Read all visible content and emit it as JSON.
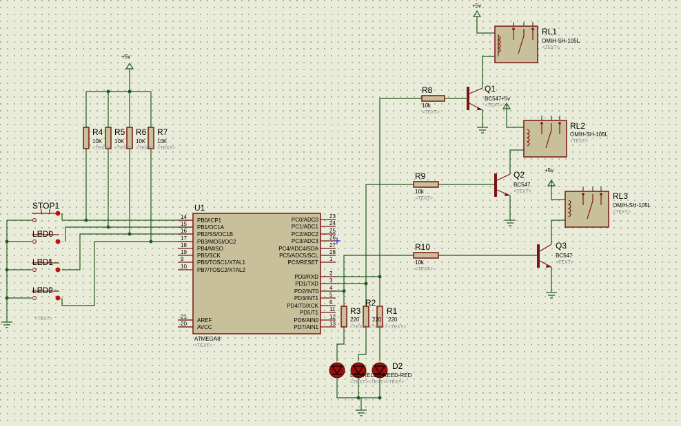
{
  "power_label": "+5v",
  "mcu": {
    "ref": "U1",
    "part": "ATMEGA8",
    "text": "<TEXT>",
    "left_pins": [
      {
        "num": "14",
        "name": "PB0/ICP1"
      },
      {
        "num": "15",
        "name": "PB1/OC1A"
      },
      {
        "num": "16",
        "name": "PB2/SS/OC1B"
      },
      {
        "num": "17",
        "name": "PB3/MOSI/OC2"
      },
      {
        "num": "18",
        "name": "PB4/MISO"
      },
      {
        "num": "19",
        "name": "PB5/SCK"
      },
      {
        "num": "9",
        "name": "PB6/TOSC1/XTAL1"
      },
      {
        "num": "10",
        "name": "PB7/TOSC2/XTAL2"
      },
      {
        "num": "21",
        "name": "AREF"
      },
      {
        "num": "20",
        "name": "AVCC"
      }
    ],
    "right_pins": [
      {
        "num": "23",
        "name": "PC0/ADC0"
      },
      {
        "num": "24",
        "name": "PC1/ADC1"
      },
      {
        "num": "25",
        "name": "PC2/ADC2"
      },
      {
        "num": "26",
        "name": "PC3/ADC3"
      },
      {
        "num": "27",
        "name": "PC4/ADC4/SDA"
      },
      {
        "num": "28",
        "name": "PC5/ADC5/SCL"
      },
      {
        "num": "1",
        "name": "PC6/RESET"
      },
      {
        "num": "2",
        "name": "PD0/RXD"
      },
      {
        "num": "3",
        "name": "PD1/TXD"
      },
      {
        "num": "4",
        "name": "PD2/INT0"
      },
      {
        "num": "5",
        "name": "PD3/INT1"
      },
      {
        "num": "6",
        "name": "PD4/T0/XCK"
      },
      {
        "num": "11",
        "name": "PD5/T1"
      },
      {
        "num": "12",
        "name": "PD6/AIN0"
      },
      {
        "num": "13",
        "name": "PD7/AIN1"
      }
    ]
  },
  "switches": [
    {
      "ref": "STOP1",
      "text": ""
    },
    {
      "ref": "LED0",
      "text": ""
    },
    {
      "ref": "LED1",
      "text": ""
    },
    {
      "ref": "LED2",
      "text": "<TEXT>"
    }
  ],
  "pullups": [
    {
      "ref": "R4",
      "value": "10K",
      "text": "<TEXT>"
    },
    {
      "ref": "R5",
      "value": "10K",
      "text": "<TEXT>"
    },
    {
      "ref": "R6",
      "value": "10K",
      "text": "<TEXT>"
    },
    {
      "ref": "R7",
      "value": "10K",
      "text": "<TEXT>"
    }
  ],
  "led_resistors": [
    {
      "ref": "R3",
      "value": "220",
      "text": "<TEXT>"
    },
    {
      "ref": "R2",
      "value": "220",
      "text": "<TEXT>"
    },
    {
      "ref": "R1",
      "value": "220",
      "text": "<TEXT>"
    }
  ],
  "leds": {
    "ref": "D2",
    "part": "LED-RED",
    "overlap_text": "LED-RELED-REED-RED",
    "text": "<TEXT><TEXT><TEXT>"
  },
  "base_resistors": [
    {
      "ref": "R8",
      "value": "10k",
      "text": "<TEXT>"
    },
    {
      "ref": "R9",
      "value": "10k",
      "text": "<TEXT>"
    },
    {
      "ref": "R10",
      "value": "10k",
      "text": "<TEXT>"
    }
  ],
  "transistors": [
    {
      "ref": "Q1",
      "part": "BC547",
      "text": "<TEXT>"
    },
    {
      "ref": "Q2",
      "part": "BC547",
      "text": "<TEXT>"
    },
    {
      "ref": "Q3",
      "part": "BC547",
      "text": "<TEXT>"
    }
  ],
  "relays": [
    {
      "ref": "RL1",
      "part": "OMIH-SH-105L",
      "text": "<TEXT>"
    },
    {
      "ref": "RL2",
      "part": "OMIH-SH-105L",
      "text": "<TEXT>"
    },
    {
      "ref": "RL3",
      "part": "OMIH-SH-105L",
      "text": "<TEXT>"
    }
  ],
  "colors": {
    "background": "#e9ecd8",
    "wire": "#1f5a1f",
    "component_outline": "#7a1515",
    "component_fill": "#c8c09a",
    "led_fill": "#9b0f0f",
    "ghost_text": "#8a8a8a"
  }
}
